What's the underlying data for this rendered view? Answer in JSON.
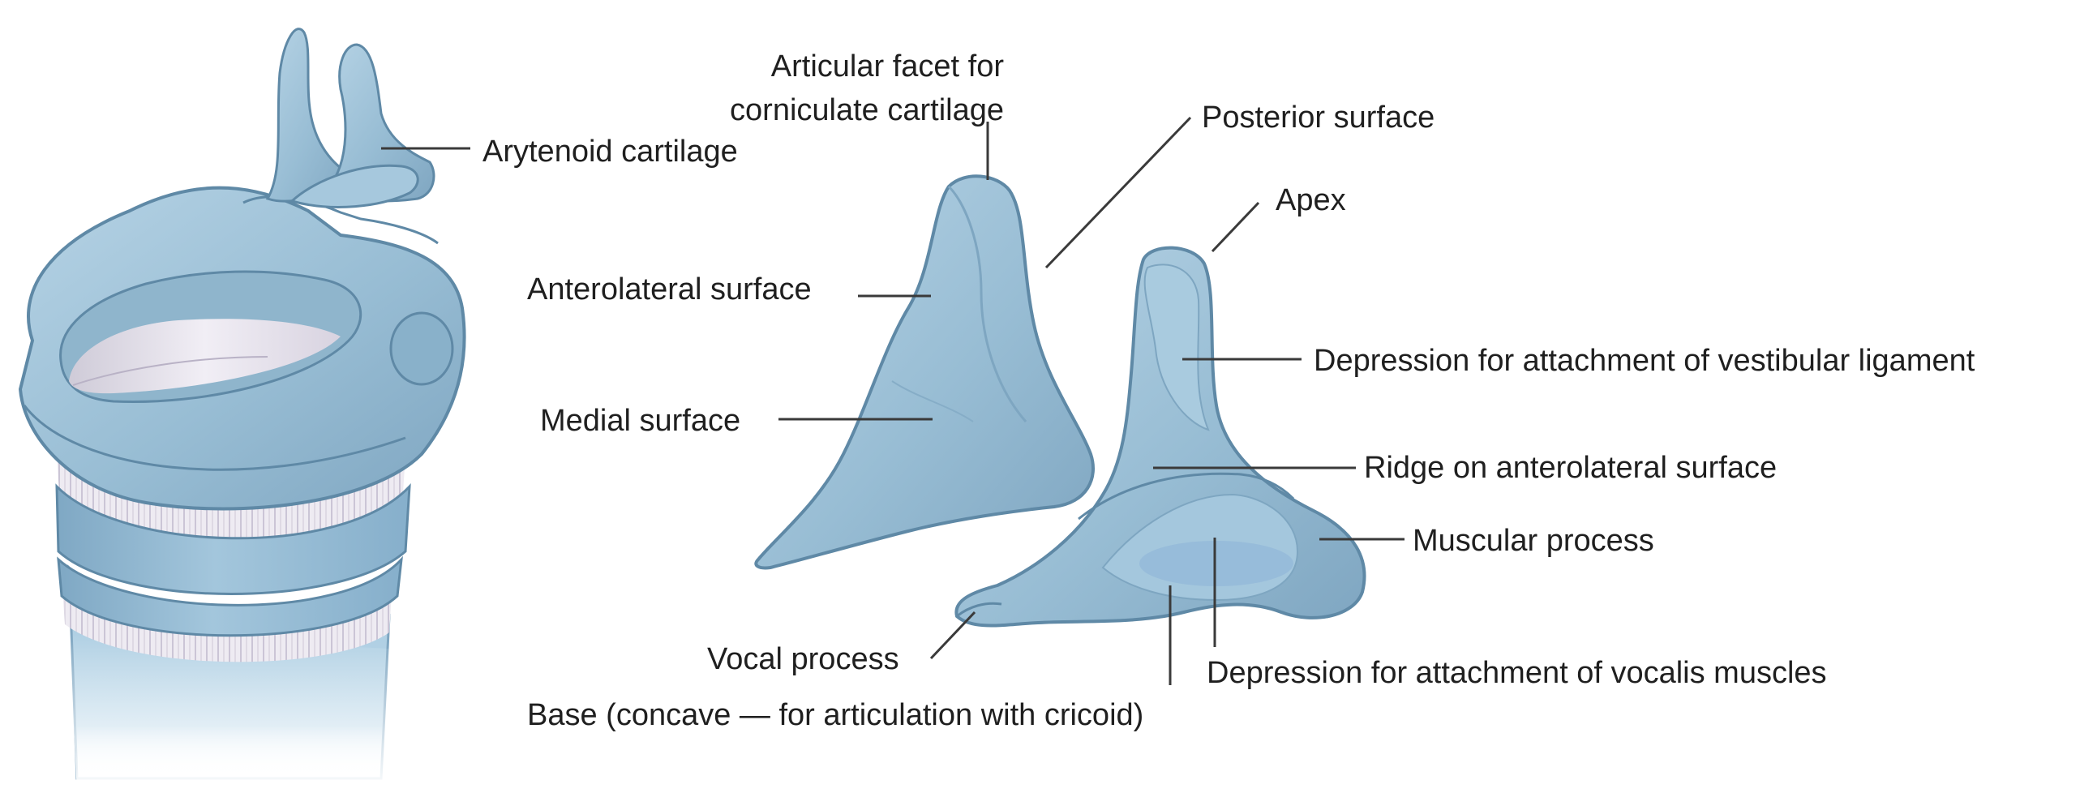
{
  "colors": {
    "cartilage": "#9cc2d8",
    "cartilage_light": "#c4dcea",
    "cartilage_dark": "#6d97b2",
    "membrane": "#e7e3ec",
    "leader_line": "#3a3a3a",
    "text": "#1f1f1f"
  },
  "labels": {
    "articular_facet_line1": "Articular facet for",
    "articular_facet_line2": "corniculate cartilage",
    "arytenoid_cartilage": "Arytenoid cartilage",
    "anterolateral_surface": "Anterolateral surface",
    "medial_surface": "Medial surface",
    "posterior_surface": "Posterior surface",
    "apex": "Apex",
    "depression_vestibular": "Depression for attachment of vestibular ligament",
    "ridge_anterolateral": "Ridge on anterolateral surface",
    "muscular_process": "Muscular process",
    "vocal_process": "Vocal process",
    "depression_vocalis": "Depression for attachment of vocalis muscles",
    "base": "Base (concave — for articulation with cricoid)"
  }
}
